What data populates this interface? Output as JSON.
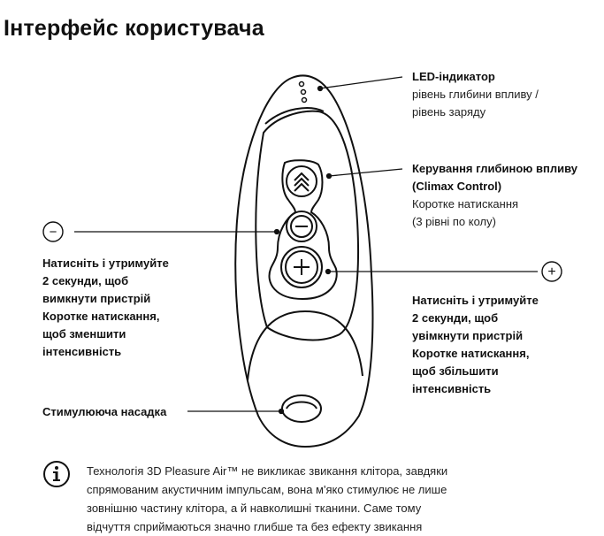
{
  "title": "Інтерфейс користувача",
  "led": {
    "title": "LED-індикатор",
    "desc1": "рівень глибини впливу /",
    "desc2": "рівень заряду"
  },
  "climax": {
    "title1": "Керування глибиною впливу",
    "title2": "(Climax Control)",
    "desc1": "Коротке натискання",
    "desc2": "(3 рівні по колу)"
  },
  "minus": {
    "symbol": "−",
    "lines": [
      "Натисніть і утримуйте",
      "2 секунди, щоб",
      "вимкнути пристрій",
      "Коротке натискання,",
      "щоб зменшити",
      "інтенсивність"
    ]
  },
  "plus": {
    "symbol": "+",
    "lines": [
      "Натисніть і утримуйте",
      "2 секунди, щоб",
      "увімкнути пристрій",
      "Коротке натискання,",
      "щоб збільшити",
      "інтенсивність"
    ]
  },
  "nozzle": {
    "label": "Стимулююча насадка"
  },
  "info": {
    "icon": "info-icon",
    "lines": [
      "Технологія 3D Pleasure Air™ не викликає звикання клітора, завдяки",
      "спрямованим акустичним імпульсам, вона м'яко стимулює не лише",
      "зовнішню частину клітора, а й навколишні тканини. Саме тому",
      "відчуття сприймаються значно глибше та без ефекту звикання"
    ]
  }
}
